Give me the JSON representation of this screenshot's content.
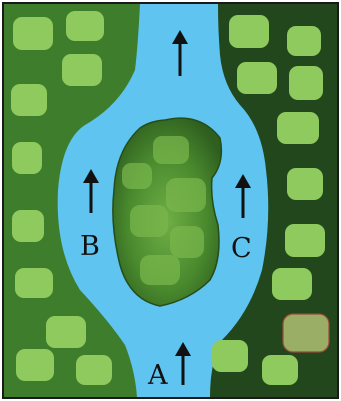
{
  "labels": {
    "a": "A",
    "b": "B",
    "c": "C"
  },
  "colors": {
    "water": "#5fc4ef",
    "left_bank": "#3e7d2c",
    "right_bank": "#23471c",
    "island": "#4f8f30",
    "tree": "#8fca5e",
    "arrow": "#111111"
  }
}
